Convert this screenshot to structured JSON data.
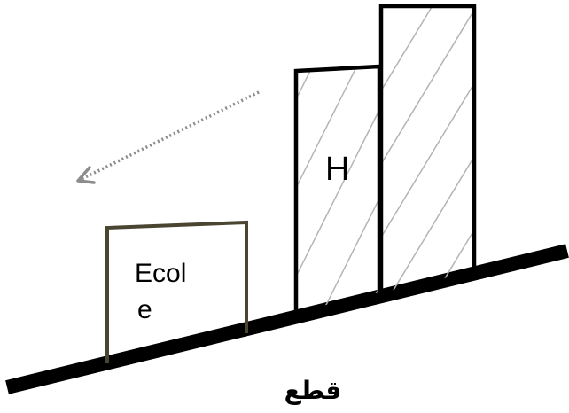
{
  "diagram": {
    "school_label_line1": "Ecol",
    "school_label_line2": "e",
    "building_label": "H",
    "caption": "قطع",
    "colors": {
      "ground": "#000000",
      "building_outline": "#000000",
      "school_outline": "#4a4530",
      "hatch": "#b3b3b3",
      "arrow": "#8c8c8c"
    },
    "icons": {
      "direction_arrow": "dotted-arrow-icon"
    }
  }
}
